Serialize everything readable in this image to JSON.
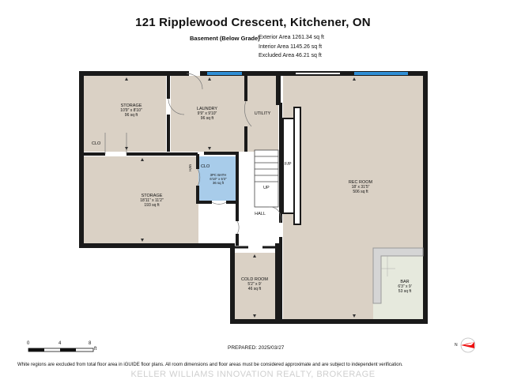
{
  "header": {
    "title": "121 Ripplewood Crescent, Kitchener, ON",
    "subtitle": "Basement (Below Grade)",
    "exterior_area": "Exterior Area 1261.34 sq ft",
    "interior_area": "Interior Area 1145.26 sq ft",
    "excluded_area": "Excluded Area 46.21 sq ft"
  },
  "rooms": {
    "storage1": {
      "name": "STORAGE",
      "dims": "10'9\" x 8'10\"",
      "area": "96 sq ft"
    },
    "laundry": {
      "name": "LAUNDRY",
      "dims": "9'9\" x 9'10\"",
      "area": "96 sq ft"
    },
    "utility": {
      "name": "UTILITY"
    },
    "storage2": {
      "name": "STORAGE",
      "dims": "18'11\" x 11'2\"",
      "area": "193 sq ft"
    },
    "bath": {
      "name": "3PC BATH",
      "dims": "6'10\" x 5'3\"",
      "area": "36 sq ft"
    },
    "rec": {
      "name": "REC ROOM",
      "dims": "18' x 31'5\"",
      "area": "506 sq ft"
    },
    "cold": {
      "name": "COLD ROOM",
      "dims": "5'2\" x 9'",
      "area": "46 sq ft"
    },
    "bar": {
      "name": "BAR",
      "dims": "6'3\" x 9'",
      "area": "53 sq ft"
    },
    "hall": {
      "name": "HALL"
    }
  },
  "tags": {
    "clo1": "CLO",
    "clo2": "CLO",
    "wh": "W/H",
    "fp": "F/P",
    "up": "UP"
  },
  "scale": {
    "t0": "0",
    "t4": "4",
    "t8": "8",
    "unit": "ft"
  },
  "compass": {
    "north": "N"
  },
  "footer": {
    "prepared": "PREPARED: 2025/03/27",
    "disclaimer": "White regions are excluded from total floor area in iGUIDE floor plans. All room dimensions and floor areas must be considered approximate and are subject to independent verification.",
    "watermark": "KELLER WILLIAMS INNOVATION REALTY, BROKERAGE"
  },
  "colors": {
    "room_fill": "#dad1c5",
    "bath_fill": "#a8ccea",
    "window": "#2f8fd6",
    "wall": "#1a1a1a"
  }
}
